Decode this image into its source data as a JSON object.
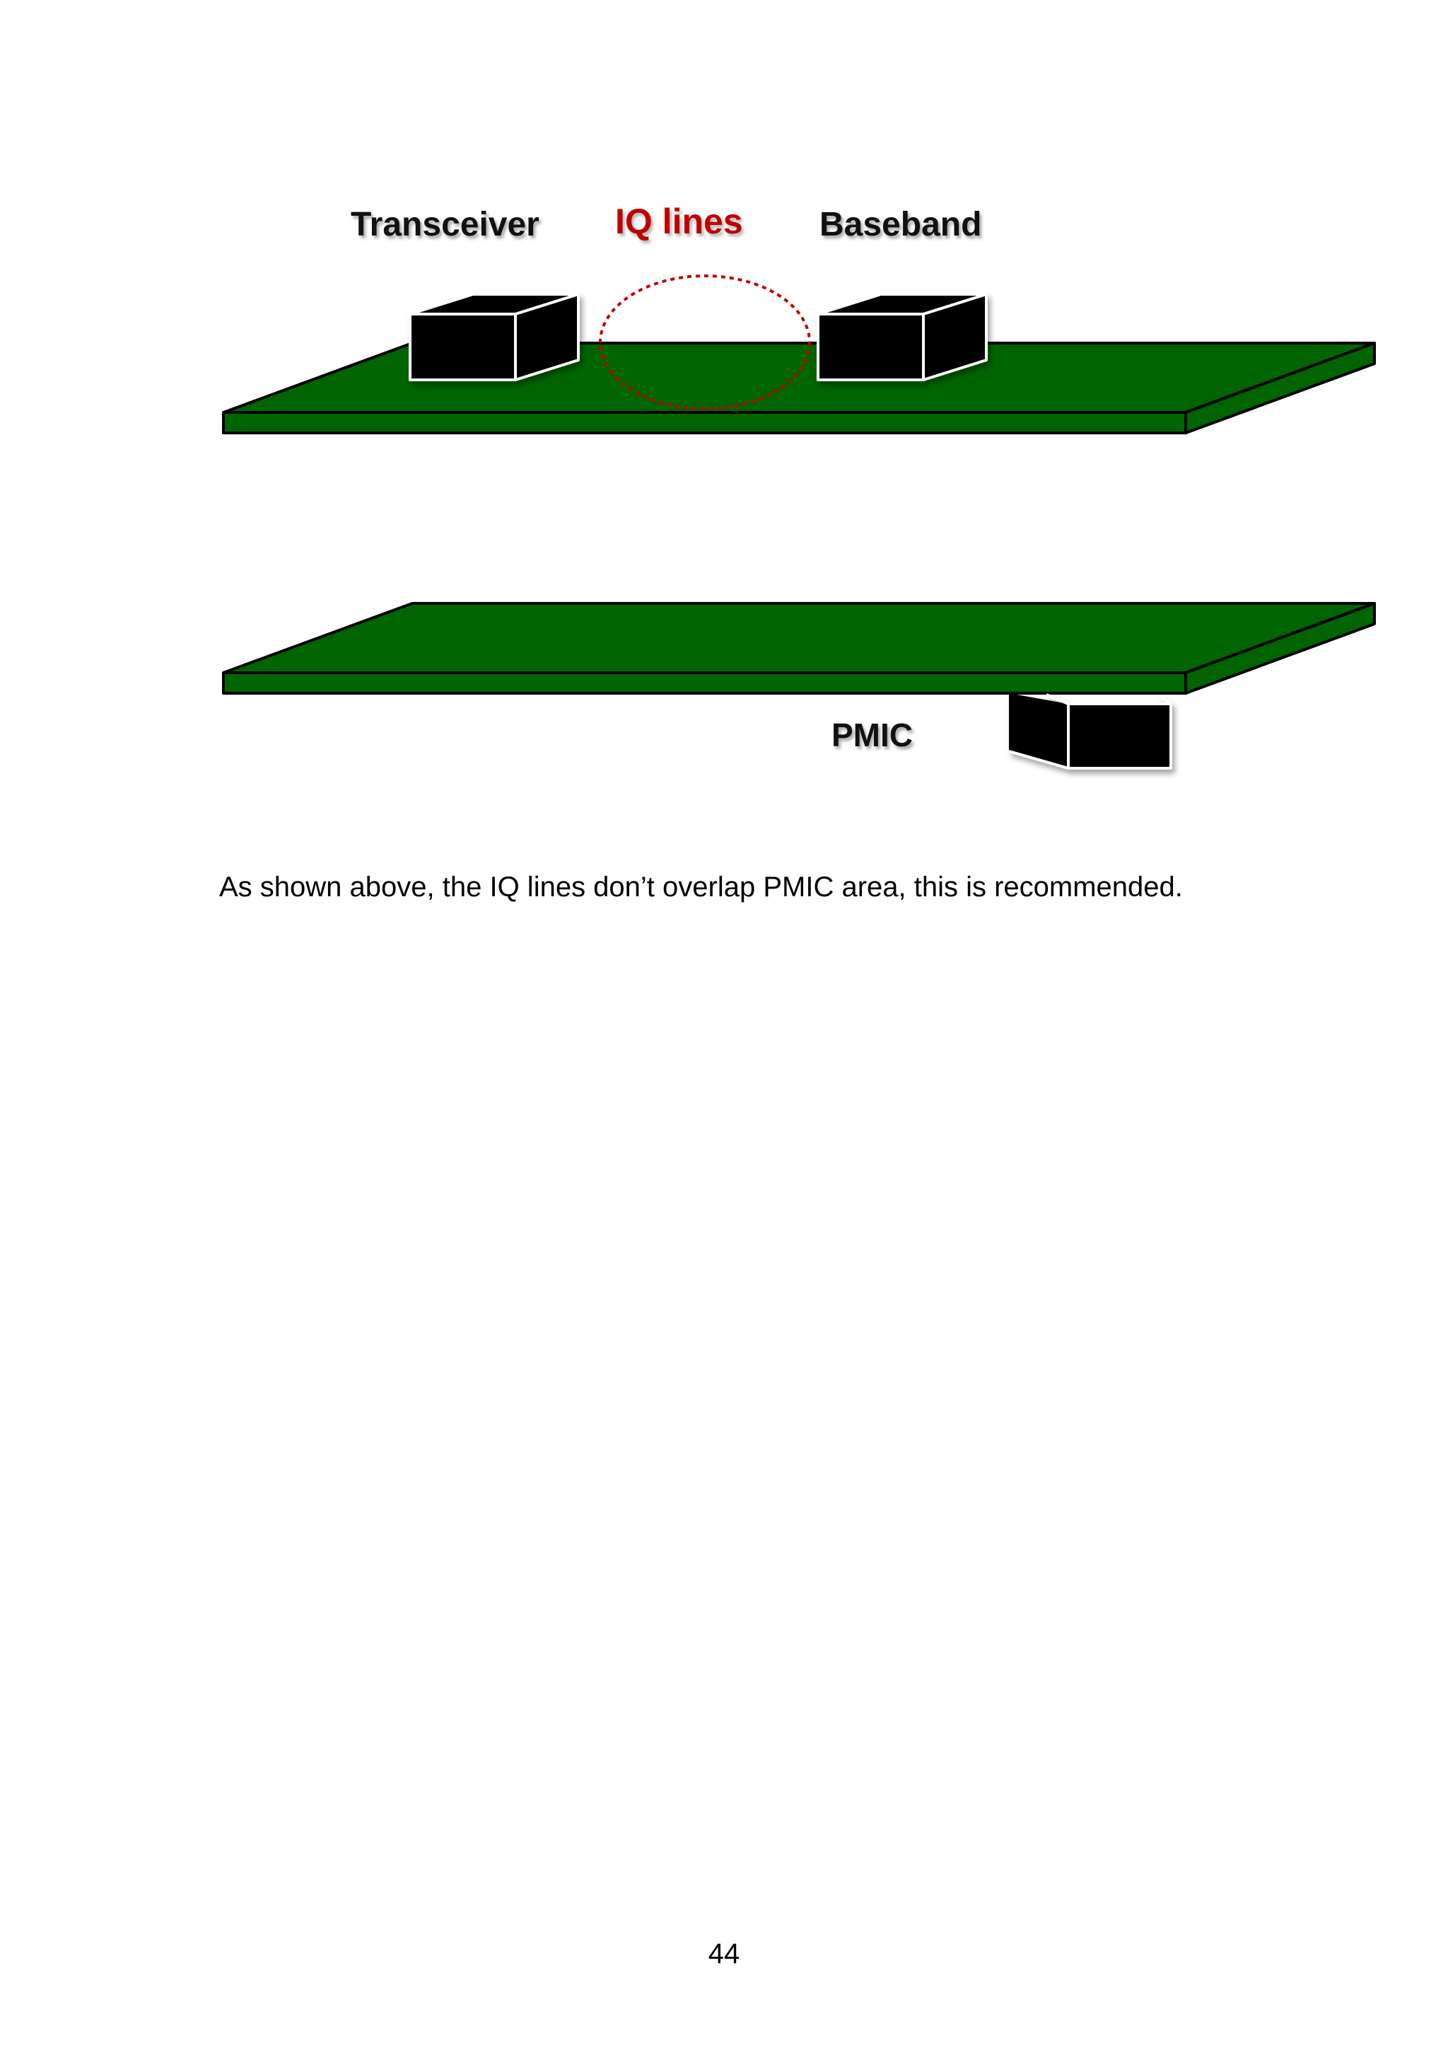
{
  "figure": {
    "top_board": {
      "labels": {
        "transceiver": "Transceiver",
        "iq_lines": "IQ lines",
        "baseband": "Baseband"
      }
    },
    "bottom_board": {
      "labels": {
        "pmic": "PMIC"
      }
    },
    "colors": {
      "pcb_green": "#006400",
      "chip_black": "#000000",
      "iq_highlight_red": "#c00000"
    }
  },
  "caption": "As shown above, the IQ lines don’t overlap PMIC area, this is recommended.",
  "page_number": "44"
}
